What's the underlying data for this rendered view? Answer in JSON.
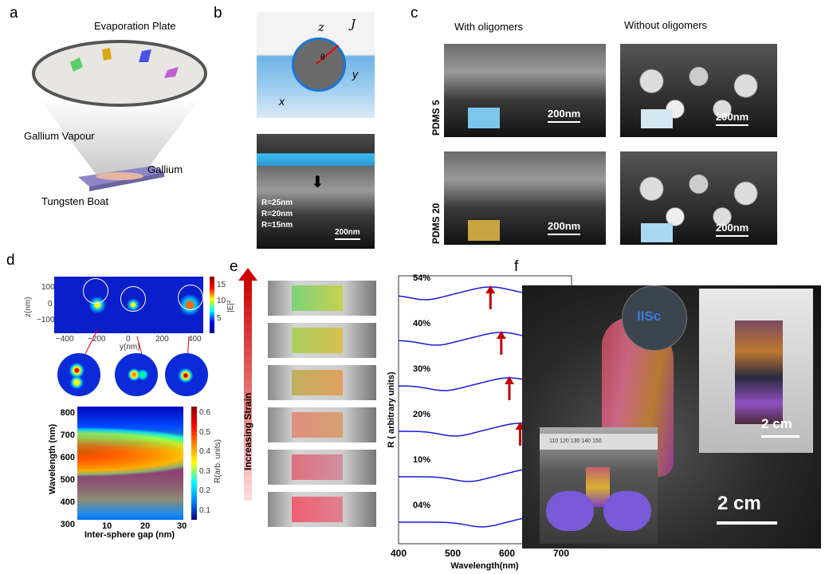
{
  "panels": {
    "a": "a",
    "b": "b",
    "c": "c",
    "d": "d",
    "e": "e",
    "f": "f"
  },
  "a": {
    "plate": "Evaporation Plate",
    "vapour": "Gallium  Vapour",
    "gallium": "Gallium",
    "boat": "Tungsten Boat"
  },
  "b": {
    "z": "z",
    "J": "J",
    "y": "y",
    "x": "x",
    "theta": "θ",
    "radii": [
      "R=25nm",
      "R=20nm",
      "R=15nm"
    ],
    "scale": "200nm"
  },
  "c": {
    "with": "With oligomers",
    "without": "Without oligomers",
    "rows": [
      "PDMS 5",
      "PDMS 20"
    ],
    "scale": "200nm"
  },
  "d": {
    "top": {
      "ylabel": "z(nm)",
      "xlabel": "y(nm)",
      "yticks": [
        "100",
        "0",
        "−100"
      ],
      "xticks": [
        "−400",
        "−200",
        "0",
        "200",
        "400"
      ],
      "cbar_label": "|E|²",
      "cbar_ticks": [
        "15",
        "10",
        "5"
      ]
    },
    "bottom": {
      "ylabel": "Wavelength (nm)",
      "xlabel": "Inter-sphere gap (nm)",
      "yticks": [
        "800",
        "700",
        "600",
        "500",
        "400",
        "300"
      ],
      "xticks": [
        "10",
        "20",
        "30"
      ],
      "cbar_label": "R(arb. units)",
      "cbar_ticks": [
        "0.6",
        "0.5",
        "0.4",
        "0.3",
        "0.2",
        "0.1"
      ]
    }
  },
  "e": {
    "arrow_label": "Increasing  Strain"
  },
  "chart_data": {
    "type": "line",
    "title": "",
    "xlabel": "Wavelength(nm)",
    "ylabel": "R ( arbitrary units)",
    "xlim": [
      400,
      720
    ],
    "xticks": [
      "400",
      "500",
      "600",
      "700"
    ],
    "series": [
      {
        "name": "54%",
        "peak": 570
      },
      {
        "name": "40%",
        "peak": 590
      },
      {
        "name": "30%",
        "peak": 605
      },
      {
        "name": "20%",
        "peak": 625
      },
      {
        "name": "10%",
        "peak": 650
      },
      {
        "name": "04%",
        "peak": 675
      }
    ],
    "line_color": "#1a1adc",
    "arrow_color": "#c00000"
  },
  "f": {
    "logo": "IISc",
    "scale_main": "2 cm",
    "scale_inset": "2 cm",
    "ruler": "110 120 130 140 150"
  }
}
